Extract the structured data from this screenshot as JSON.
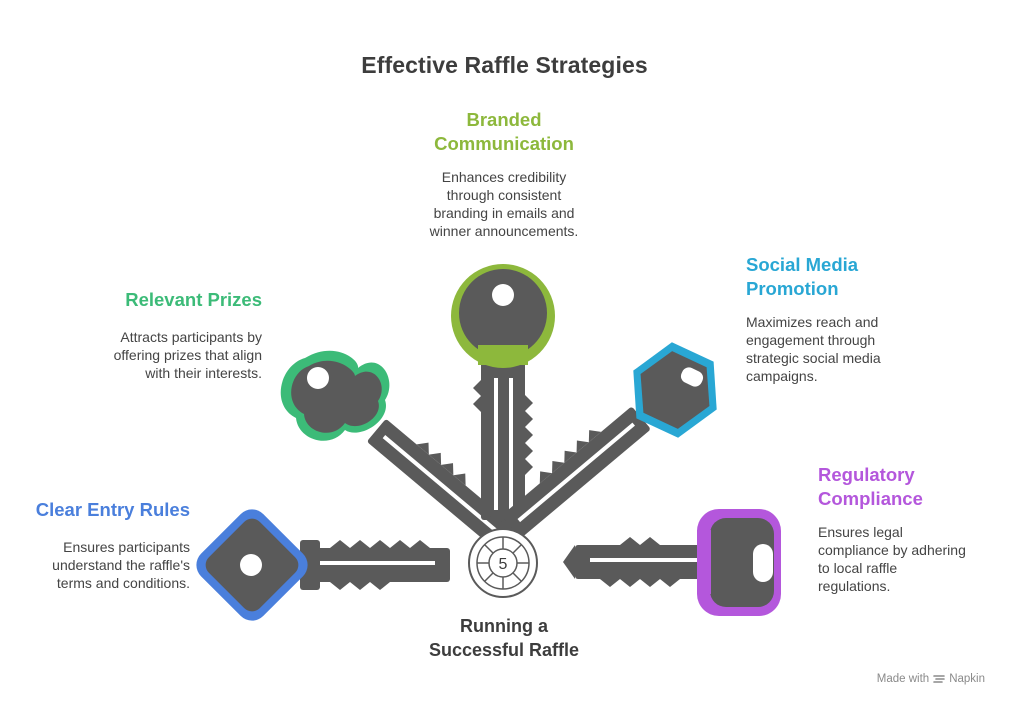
{
  "title": "Effective Raffle Strategies",
  "center": {
    "number": "5",
    "line1": "Running a",
    "line2": "Successful Raffle"
  },
  "items": [
    {
      "id": "clear-entry-rules",
      "title": "Clear Entry Rules",
      "color": "#4a7fdc",
      "desc": [
        "Ensures participants",
        "understand the raffle's",
        "terms and conditions."
      ]
    },
    {
      "id": "relevant-prizes",
      "title": "Relevant Prizes",
      "color": "#3cbb78",
      "desc": [
        "Attracts participants by",
        "offering prizes that align",
        "with their interests."
      ]
    },
    {
      "id": "branded-communication",
      "title_lines": [
        "Branded",
        "Communication"
      ],
      "color": "#8db83c",
      "desc": [
        "Enhances credibility",
        "through consistent",
        "branding in emails and",
        "winner announcements."
      ]
    },
    {
      "id": "social-media-promotion",
      "title_lines": [
        "Social Media",
        "Promotion"
      ],
      "color": "#29a7d4",
      "desc": [
        "Maximizes reach and",
        "engagement through",
        "strategic social media",
        "campaigns."
      ]
    },
    {
      "id": "regulatory-compliance",
      "title_lines": [
        "Regulatory",
        "Compliance"
      ],
      "color": "#b457dc",
      "desc": [
        "Ensures legal",
        "compliance by adhering",
        "to local raffle",
        "regulations."
      ]
    }
  ],
  "colors": {
    "key_body": "#5a5a5a",
    "text": "#3d3d3d"
  },
  "footer": {
    "made_with": "Made with",
    "brand": "Napkin"
  }
}
